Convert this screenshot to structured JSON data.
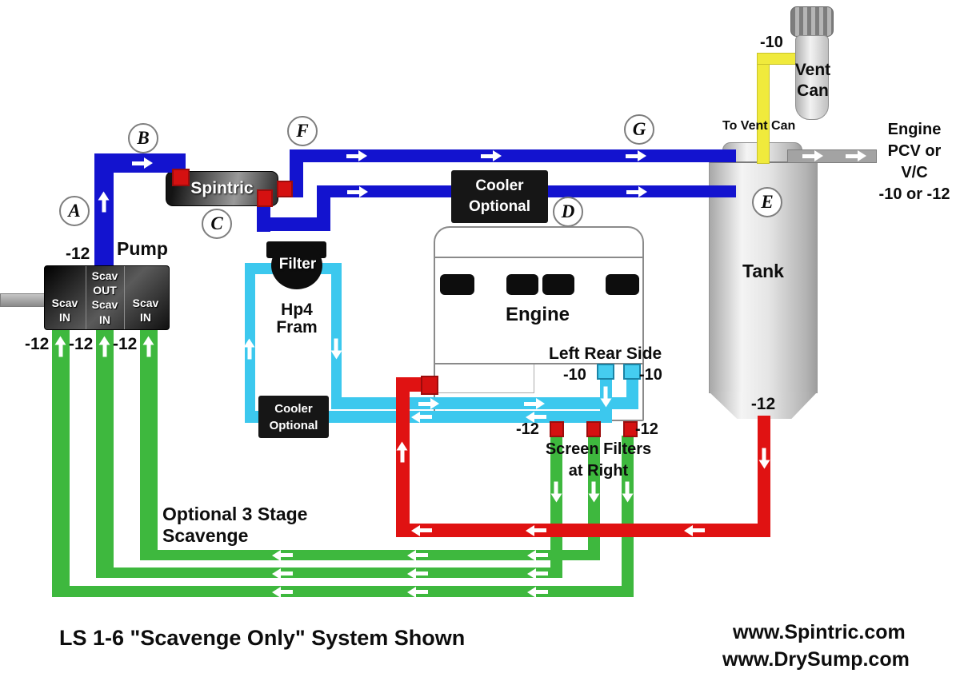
{
  "badges": {
    "a": "A",
    "b": "B",
    "c": "C",
    "d": "D",
    "e": "E",
    "f": "F",
    "g": "G"
  },
  "pump": {
    "title": "Pump",
    "out_size": "-12",
    "in_sizes": [
      "-12",
      "-12",
      "-12"
    ],
    "ports": {
      "left": [
        "Scav",
        "IN"
      ],
      "middle": [
        "Scav",
        "OUT",
        "Scav",
        "IN"
      ],
      "right": [
        "Scav",
        "IN"
      ]
    }
  },
  "spintric": {
    "label": "Spintric"
  },
  "filter": {
    "label": "Filter",
    "brand": [
      "Hp4",
      "Fram"
    ]
  },
  "cooler": {
    "line1": "Cooler",
    "line2": "Optional"
  },
  "engine": {
    "label": "Engine",
    "rear_label": "Left Rear Side",
    "rear_sizes": [
      "-10",
      "-10"
    ],
    "drain_sizes": [
      "-12",
      "-12"
    ],
    "screen_note": [
      "Screen Filters",
      "at Right"
    ]
  },
  "tank": {
    "label": "Tank",
    "out_size": "-12"
  },
  "vent_can": {
    "name": [
      "Vent",
      "Can"
    ],
    "hose_size": "-10",
    "to_label": "To Vent Can"
  },
  "pcv_note": [
    "Engine",
    "PCV or",
    "V/C",
    "-10 or -12"
  ],
  "scavenge_note": [
    "Optional 3 Stage",
    "Scavenge"
  ],
  "footer": {
    "caption": "LS 1-6 \"Scavenge Only\" System Shown",
    "site1": "www.Spintric.com",
    "site2": "www.DrySump.com"
  },
  "colors": {
    "pressure_blue": "#1313cf",
    "scavenge_green": "#3eb83e",
    "tank_feed_red": "#e01212",
    "filter_loop_cyan": "#3cc8ee",
    "vent_yellow": "#f0ea3c",
    "hardware_gray": "#a3a3a3"
  },
  "icons": {
    "flow_arrow": "flow-direction-arrow"
  }
}
